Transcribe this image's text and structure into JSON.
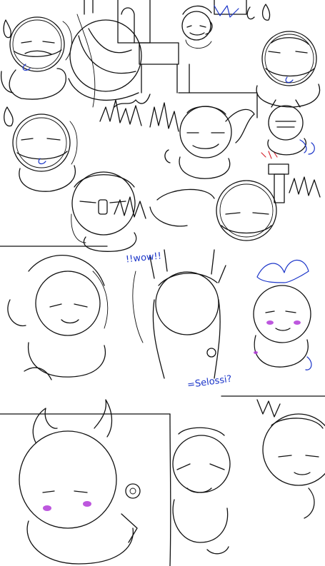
{
  "sketch": {
    "colors": {
      "ink": "#111111",
      "accent_blue": "#1b35c9",
      "accent_red": "#d4202a",
      "blush_purple": "#b23ad8",
      "paper": "#ffffff"
    },
    "annotations": [
      {
        "id": "shout",
        "text": "!!wow!!"
      },
      {
        "id": "selossi",
        "text": "=Selossi?"
      }
    ]
  }
}
